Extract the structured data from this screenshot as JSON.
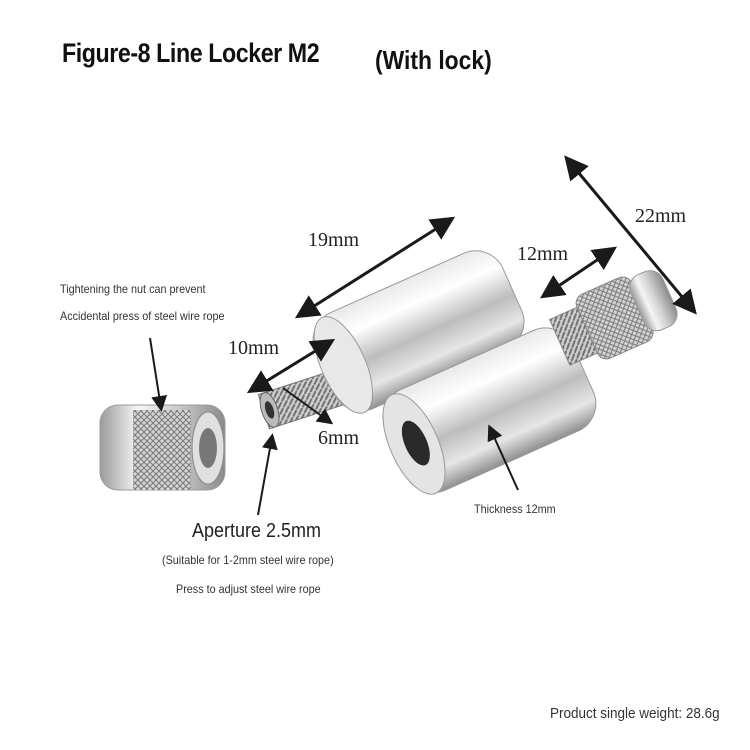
{
  "title": "Figure-8 Line Locker M2",
  "title_suffix": "(With lock)",
  "dimensions": {
    "length_19": "19mm",
    "length_12": "12mm",
    "length_22": "22mm",
    "length_10": "10mm",
    "length_6": "6mm"
  },
  "notes": {
    "nut_line1": "Tightening the nut can prevent",
    "nut_line2": "Accidental press of steel wire rope",
    "thickness": "Thickness 12mm",
    "aperture": "Aperture 2.5mm",
    "aperture_sub": "(Suitable for 1-2mm steel wire rope)",
    "press_adjust": "Press to adjust steel wire rope",
    "weight": "Product single weight: 28.6g"
  },
  "colors": {
    "metal_light": "#f2f2f2",
    "metal_mid": "#c9c9c9",
    "metal_dark": "#8c8c8c",
    "arrow": "#1a1a1a"
  }
}
